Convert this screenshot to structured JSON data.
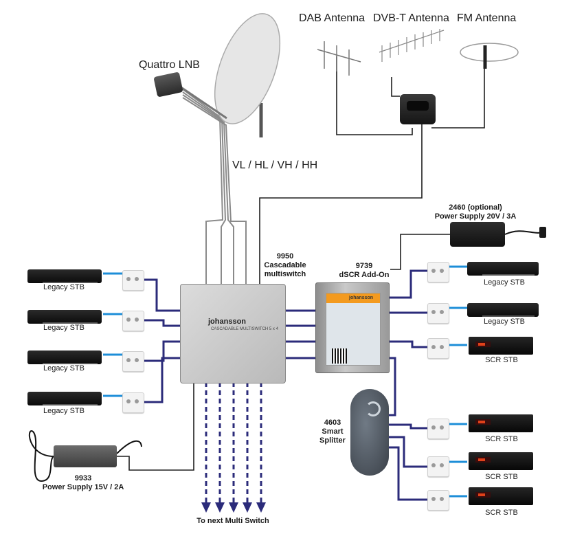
{
  "antennas": {
    "dab": "DAB Antenna",
    "dvbt": "DVB-T Antenna",
    "fm": "FM Antenna"
  },
  "lnb": {
    "label": "Quattro LNB",
    "polarity": "VL / HL / VH / HH"
  },
  "multiswitch": {
    "label_line1": "9950",
    "label_line2": "Cascadable",
    "label_line3": "multiswitch",
    "brand": "johansson",
    "model": "CASCADABLE MULTISWITCH 5 x 4"
  },
  "dscr": {
    "label_line1": "9739",
    "label_line2": "dSCR Add-On",
    "brand": "johansson"
  },
  "power_supply_right": {
    "line1": "2460 (optional)",
    "line2": "Power Supply 20V / 3A"
  },
  "power_supply_left": {
    "line1": "9933",
    "line2": "Power Supply 15V / 2A"
  },
  "splitter": {
    "line1": "4603",
    "line2": "Smart",
    "line3": "Splitter"
  },
  "left_stbs": [
    "Legacy STB",
    "Legacy STB",
    "Legacy STB",
    "Legacy STB"
  ],
  "right_stbs": [
    "Legacy STB",
    "Legacy STB",
    "SCR STB",
    "SCR STB",
    "SCR STB",
    "SCR STB"
  ],
  "cascade_label": "To next Multi Switch",
  "colors": {
    "coax": "#2b2b7a",
    "wire": "#1f1f1f",
    "arrow": "#2b2b7a",
    "lnb_cable": "#9a9a9a"
  }
}
